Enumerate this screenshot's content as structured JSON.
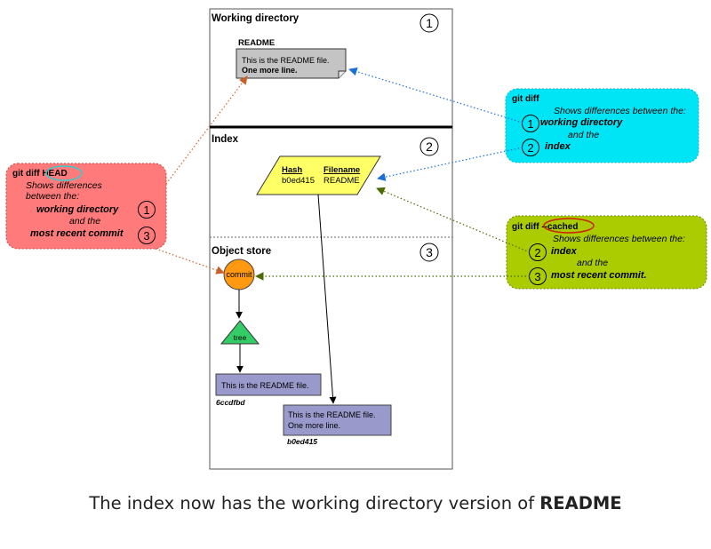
{
  "store": {
    "working_directory": {
      "title": "Working directory",
      "number": "1",
      "file_label": "README",
      "file_line1": "This is the README file.",
      "file_line2": "One more line."
    },
    "index": {
      "title": "Index",
      "number": "2",
      "hash_header": "Hash",
      "filename_header": "Filename",
      "hash_value": "b0ed415",
      "filename_value": "README"
    },
    "object_store": {
      "title": "Object store",
      "number": "3",
      "commit_label": "commit",
      "tree_label": "tree",
      "blob1_text": "This is the README file.",
      "blob1_hash": "6ccdfbd",
      "blob2_line1": "This is the README file.",
      "blob2_line2": "One more line.",
      "blob2_hash": "b0ed415"
    }
  },
  "callouts": {
    "git_diff": {
      "title": "git diff",
      "desc": "Shows differences between the:",
      "num1": "1",
      "item1": "working directory",
      "and": "and the",
      "num2": "2",
      "item2": "index",
      "color": "#00e5f5"
    },
    "git_diff_head": {
      "title_prefix": "git diff ",
      "title_highlight": "HEAD",
      "desc1": "Shows differences",
      "desc2": "between the:",
      "num1": "1",
      "item1": "working directory",
      "and": "and the",
      "num3": "3",
      "item3": "most recent commit",
      "color": "#ff7b7b"
    },
    "git_diff_cached": {
      "title_prefix": "git diff ",
      "title_highlight": "--cached",
      "desc": "Shows differences between the:",
      "num2": "2",
      "item2": "index",
      "and": "and the",
      "num3": "3",
      "item3": "most recent commit.",
      "color": "#aacc00"
    }
  },
  "caption": {
    "prefix": "The index now has the working directory version of ",
    "bold": "README"
  }
}
